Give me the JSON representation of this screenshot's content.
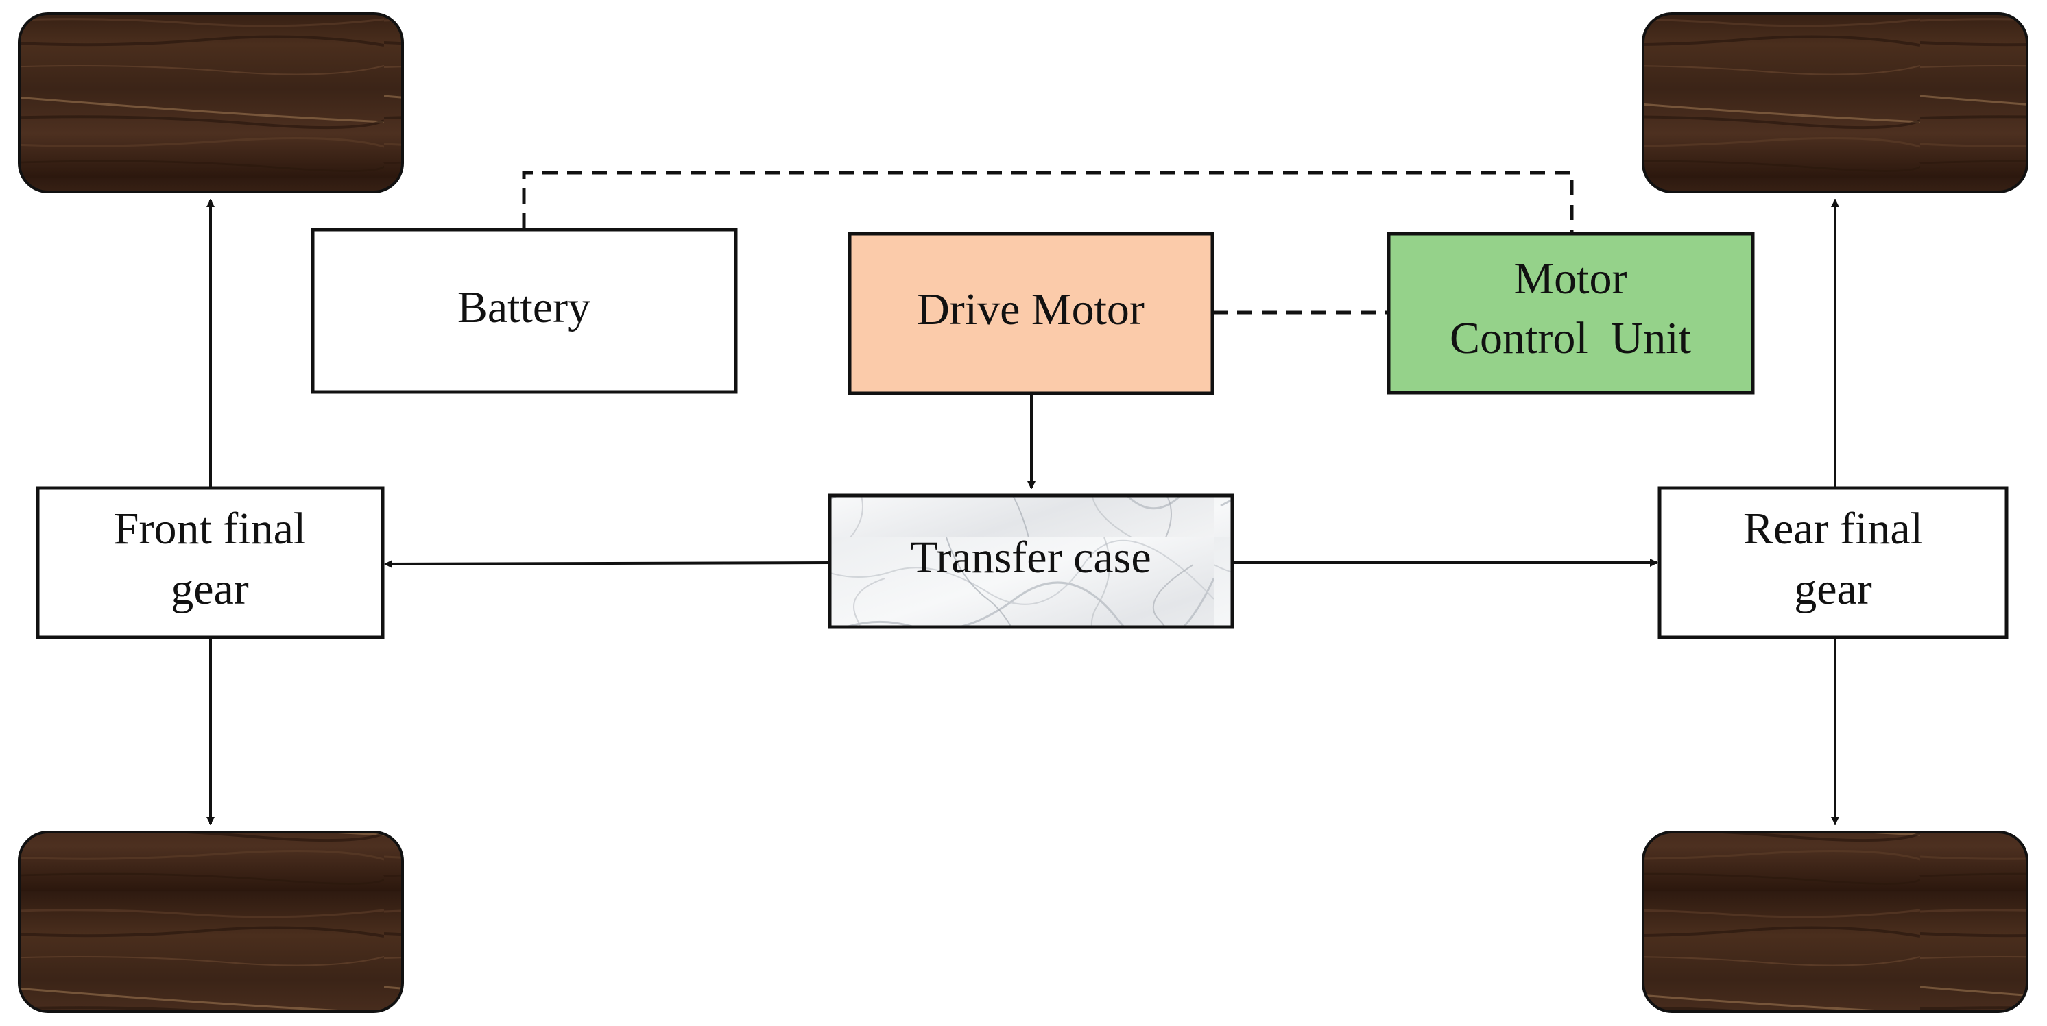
{
  "diagram": {
    "battery": {
      "label": "Battery"
    },
    "drive_motor": {
      "label": "Drive Motor",
      "fill": "#FBCBAA"
    },
    "motor_control_unit": {
      "line1": "Motor",
      "line2": "Control  Unit",
      "fill": "#95D28A"
    },
    "transfer_case": {
      "label": "Transfer case"
    },
    "front_final_gear": {
      "line1": "Front final",
      "line2": "gear"
    },
    "rear_final_gear": {
      "line1": "Rear final",
      "line2": "gear"
    },
    "wheel_color": "#3A2419"
  }
}
